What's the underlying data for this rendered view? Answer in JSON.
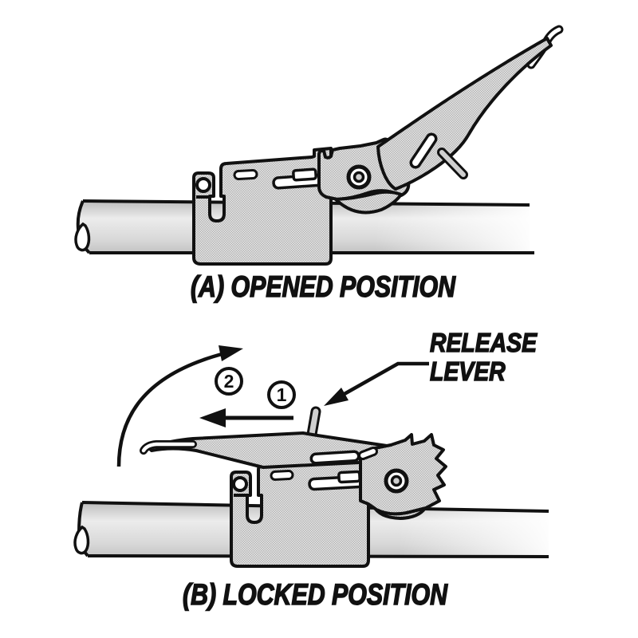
{
  "figure": {
    "background_color": "#ffffff",
    "ink_color": "#111111",
    "metal_gray_color": "#cfcfcf",
    "panel_a": {
      "caption": "(A) OPENED POSITION"
    },
    "panel_b": {
      "caption": "(B) LOCKED POSITION",
      "release_lever_label": {
        "line1": "RELEASE",
        "line2": "LEVER"
      },
      "steps": {
        "marker_1": "1",
        "marker_2": "2"
      }
    }
  }
}
